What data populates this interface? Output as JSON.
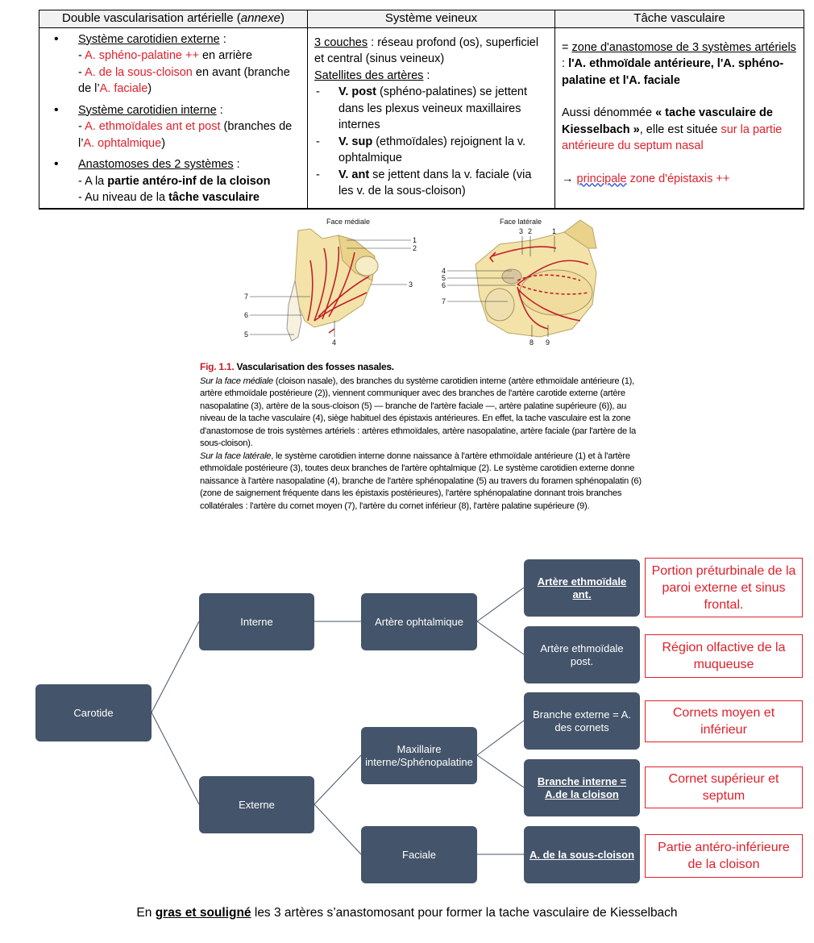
{
  "table": {
    "headers": {
      "col1_prefix": "Double vascularisation artérielle (",
      "col1_italic": "annexe",
      "col1_suffix": ")",
      "col2": "Système veineux",
      "col3": "Tâche vasculaire"
    },
    "col1": {
      "ext_title": "Système carotidien externe",
      "colon": " :",
      "ext_l1_red": "A. sphéno-palatine ++",
      "ext_l1_rest": " en arrière",
      "ext_l2_red": "A. de la sous-cloison",
      "ext_l2_rest": " en avant (branche de l’",
      "ext_l2_red2": "A. faciale",
      "ext_l2_end": ")",
      "int_title": "Système carotidien interne",
      "int_l1_red": "A. ethmoïdales ant et post",
      "int_l1_rest": " (branches de l’",
      "int_l1_red2": "A. ophtalmique",
      "int_l1_end": ")",
      "ana_title": "Anastomoses des 2 systèmes",
      "ana_l1_pre": "A la ",
      "ana_l1_bold": "partie antéro-inf de la cloison",
      "ana_l2_pre": "Au niveau de la ",
      "ana_l2_bold": "tâche vasculaire"
    },
    "col2": {
      "layers_u": "3 couches",
      "layers_rest": " : réseau profond (os), superficiel et central (sinus veineux)",
      "sat_u": "Satellites des artères",
      "sat_rest": " :",
      "v1_bold": "V. post",
      "v1_rest": " (sphéno-palatines) se jettent dans les plexus veineux maxillaires internes",
      "v2_bold": "V. sup",
      "v2_rest": " (ethmoïdales) rejoignent la v. ophtalmique",
      "v3_bold": "V. ant",
      "v3_rest": " se jettent dans la v. faciale (via les v. de la sous-cloison)"
    },
    "col3": {
      "p1_eq": "= ",
      "p1_u": "zone d'anastomose de 3 systèmes artériels",
      "p1_colon": " : ",
      "p1_bold": "l'A. ethmoïdale antérieure, l'A. sphéno-palatine et l'A. faciale",
      "p2_pre": "Aussi dénommée ",
      "p2_bold": "« tache vasculaire de Kiesselbach »",
      "p2_mid": ", elle est située ",
      "p2_red": "sur la partie antérieure du septum nasal",
      "p3_arrow": "→ ",
      "p3_u": "principale",
      "p3_rest": " zone d'épistaxis ++"
    }
  },
  "figure": {
    "left_title": "Face médiale",
    "right_title": "Face latérale",
    "left_nums": [
      "1",
      "2",
      "3",
      "4",
      "5",
      "6",
      "7"
    ],
    "right_nums": [
      "1",
      "2",
      "3",
      "4",
      "5",
      "6",
      "7",
      "8",
      "9"
    ]
  },
  "caption": {
    "label": "Fig. 1.1.",
    "title": " Vascularisation des fosses nasales.",
    "p1_italic": "Sur la face médiale",
    "p1_rest": " (cloison nasale), des branches du système carotidien interne (artère ethmoïdale antérieure (1), artère ethmoïdale postérieure (2)), viennent communiquer avec des branches de l'artère carotide externe (artère nasopalatine (3), artère de la sous-cloison (5) — branche de l'artère faciale —, artère palatine supérieure (6)), au niveau de la tache vasculaire (4), siège habituel des épistaxis antérieures. En effet, la tache vasculaire est la zone d'anastomose de trois systèmes artériels : artères ethmoïdales, artère nasopalatine, artère faciale (par l'artère de la sous-cloison).",
    "p2_italic": "Sur la face latérale",
    "p2_rest": ", le système carotidien interne donne naissance à l'artère ethmoïdale antérieure (1) et à l'artère ethmoïdale postérieure (3), toutes deux branches de l'artère ophtalmique (2). Le système carotidien externe donne naissance à l'artère nasopalatine (4), branche de l'artère sphénopalatine (5) au travers du foramen sphénopalatin (6) (zone de saignement fréquente dans les épistaxis postérieures), l'artère sphénopalatine donnant trois branches collatérales : l'artère du cornet moyen (7), l'artère du cornet inférieur (8), l'artère palatine supérieure (9)."
  },
  "diagram": {
    "carotide": "Carotide",
    "interne": "Interne",
    "externe": "Externe",
    "ophtalmique": "Artère ophtalmique",
    "maxillaire": "Maxillaire interne/Sphénopalatine",
    "faciale": "Faciale",
    "ethmo_ant": "Artère ethmoïdale ant.",
    "ethmo_post": "Artère ethmoïdale post.",
    "branche_ext": "Branche externe = A. des cornets",
    "branche_int": "Branche interne = A.de la cloison",
    "sous_cloison": "A. de la sous-cloison",
    "r1": "Portion préturbinale de la paroi externe et sinus frontal.",
    "r2": "Région olfactive de la muqueuse",
    "r3": "Cornets moyen et inférieur",
    "r4": "Cornet supérieur et septum",
    "r5": "Partie antéro-inférieure de la cloison"
  },
  "footer": {
    "pre": "En ",
    "bold": "gras et souligné",
    "post": " les 3 artères s’anastomosant pour former la tache vasculaire de Kiesselbach"
  }
}
